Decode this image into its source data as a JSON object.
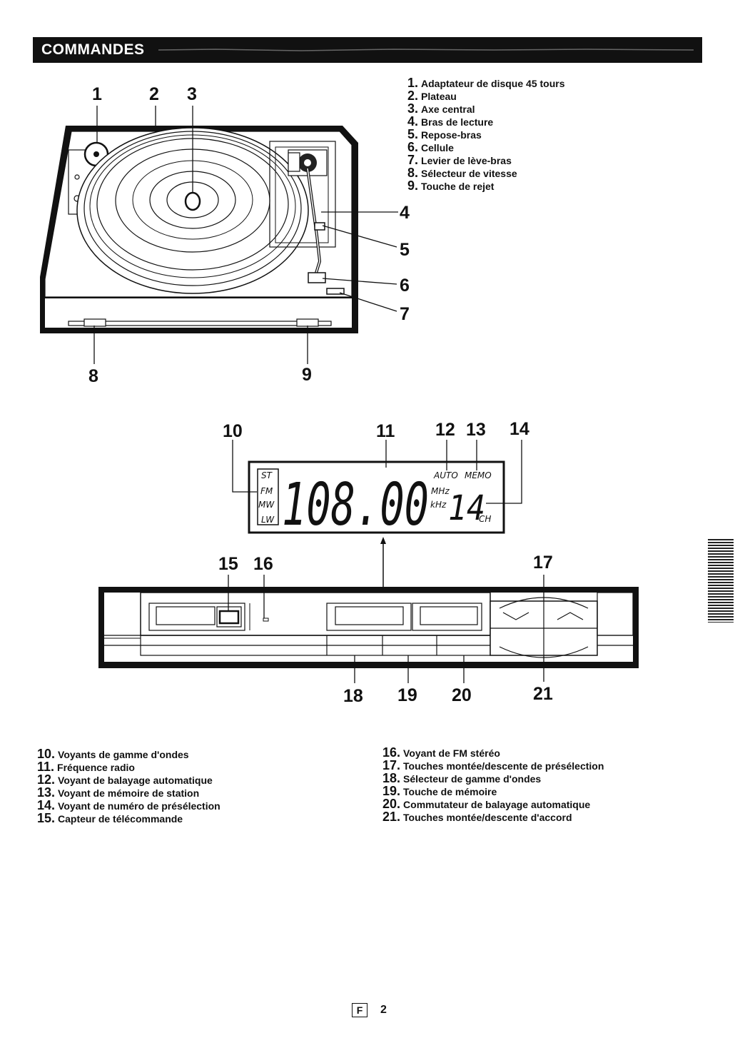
{
  "header": {
    "title": "COMMANDES"
  },
  "turntable_callouts": [
    "1",
    "2",
    "3",
    "4",
    "5",
    "6",
    "7",
    "8",
    "9"
  ],
  "tuner_callouts": [
    "10",
    "11",
    "12",
    "13",
    "14",
    "15",
    "16",
    "17",
    "18",
    "19",
    "20",
    "21"
  ],
  "lcd": {
    "st": "ST",
    "fm": "FM",
    "mw": "MW",
    "lw": "LW",
    "auto": "AUTO",
    "memo": "MEMO",
    "mhz": "MHz",
    "khz": "kHz",
    "ch": "CH",
    "frequency": "108.00",
    "channel": "14"
  },
  "legend_turntable": [
    {
      "num": "1.",
      "label": "Adaptateur de disque 45 tours"
    },
    {
      "num": "2.",
      "label": "Plateau"
    },
    {
      "num": "3.",
      "label": "Axe central"
    },
    {
      "num": "4.",
      "label": "Bras de lecture"
    },
    {
      "num": "5.",
      "label": "Repose-bras"
    },
    {
      "num": "6.",
      "label": "Cellule"
    },
    {
      "num": "7.",
      "label": "Levier de lève-bras"
    },
    {
      "num": "8.",
      "label": "Sélecteur de vitesse"
    },
    {
      "num": "9.",
      "label": "Touche de rejet"
    }
  ],
  "legend_tuner_left": [
    {
      "num": "10.",
      "label": "Voyants de gamme d'ondes"
    },
    {
      "num": "11.",
      "label": "Fréquence radio"
    },
    {
      "num": "12.",
      "label": "Voyant de balayage automatique"
    },
    {
      "num": "13.",
      "label": "Voyant de mémoire de station"
    },
    {
      "num": "14.",
      "label": "Voyant de numéro de présélection"
    },
    {
      "num": "15.",
      "label": "Capteur de télécommande"
    }
  ],
  "legend_tuner_right": [
    {
      "num": "16.",
      "label": "Voyant de FM stéréo"
    },
    {
      "num": "17.",
      "label": "Touches montée/descente de présélection"
    },
    {
      "num": "18.",
      "label": "Sélecteur de gamme d'ondes"
    },
    {
      "num": "19.",
      "label": "Touche de mémoire"
    },
    {
      "num": "20.",
      "label": "Commutateur de balayage automatique"
    },
    {
      "num": "21.",
      "label": "Touches montée/descente d'accord"
    }
  ],
  "footer": {
    "lang": "F",
    "page": "2"
  }
}
